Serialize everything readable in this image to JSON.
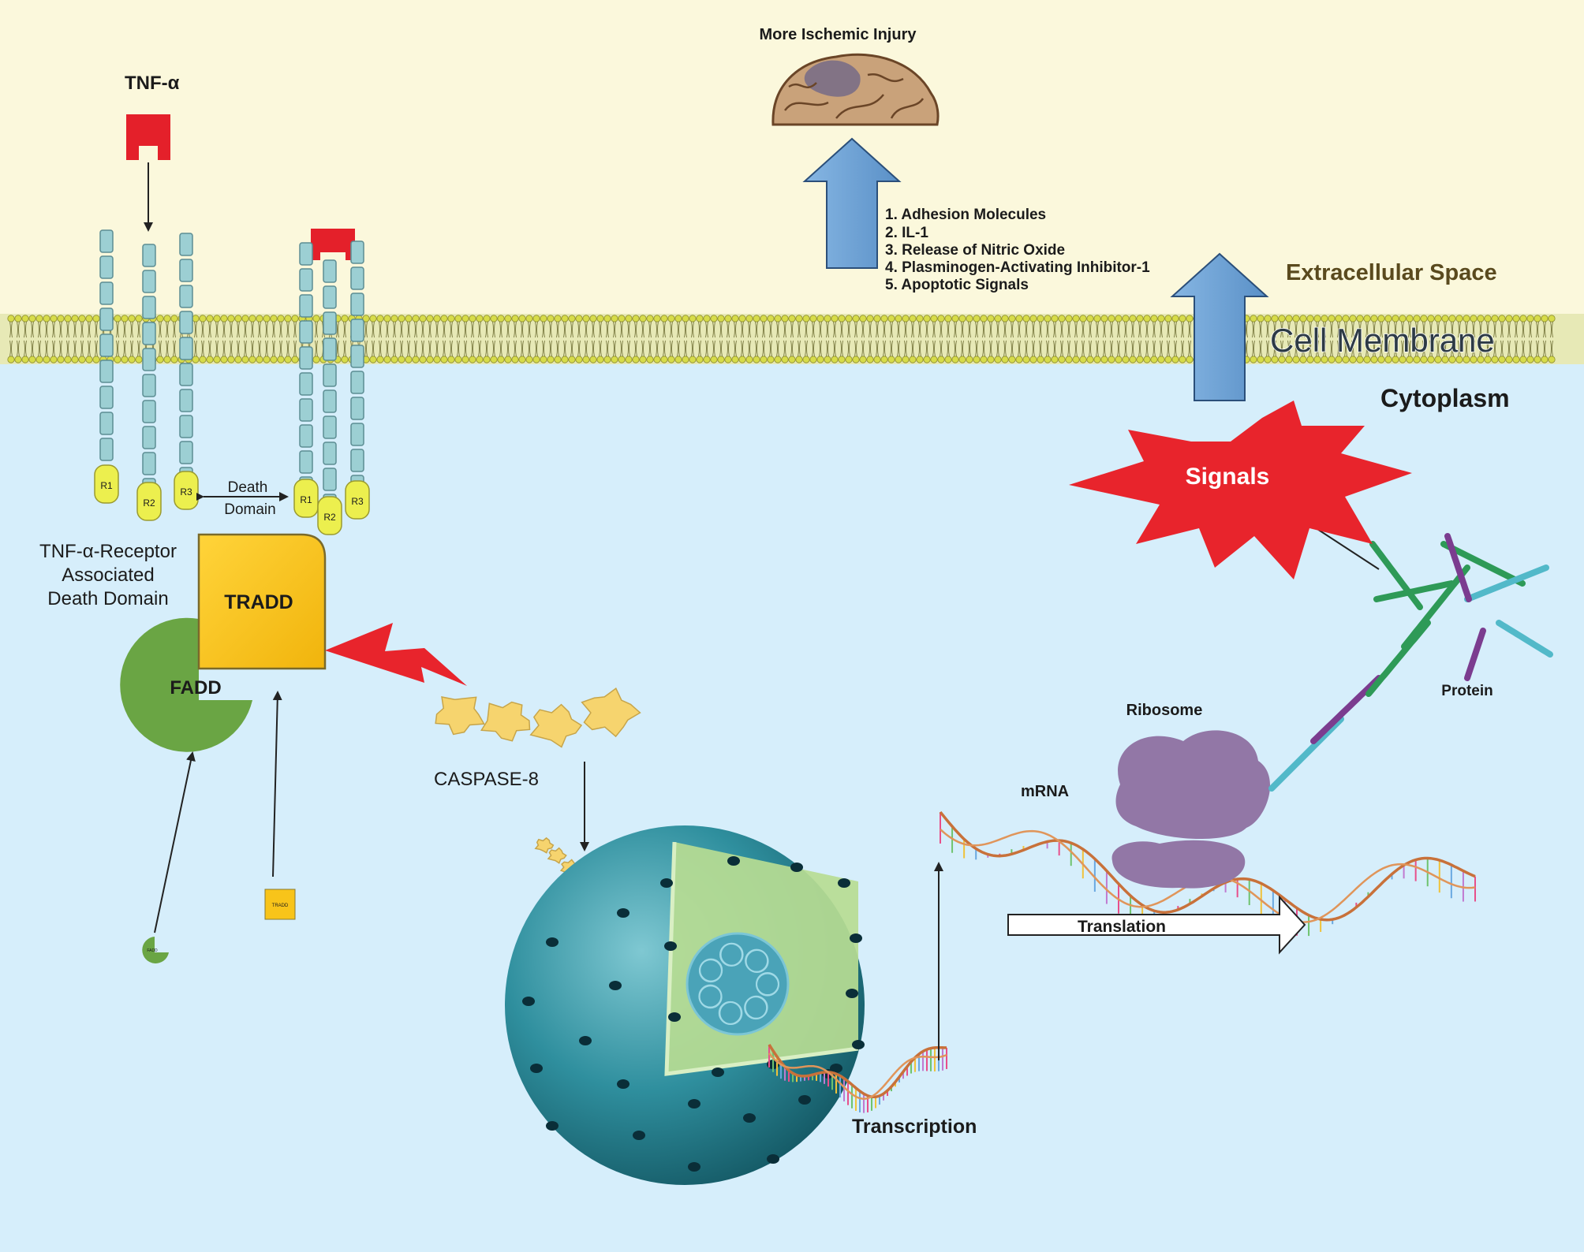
{
  "regions": {
    "extracellular": "Extracellular Space",
    "membrane": "Cell Membrane",
    "cytoplasm": "Cytoplasm"
  },
  "ligand": {
    "label": "TNF-α"
  },
  "receptor": {
    "r1": "R1",
    "r2": "R2",
    "r3": "R3",
    "death_domain_line1": "Death",
    "death_domain_line2": "Domain"
  },
  "tradd": {
    "caption_line1": "TNF-α-Receptor",
    "caption_line2": "Associated",
    "caption_line3": "Death Domain",
    "label": "TRADD",
    "small_label": "TRADD"
  },
  "fadd": {
    "label": "FADD",
    "small_label": "FADD"
  },
  "caspase": {
    "label": "CASPASE-8"
  },
  "outcome": {
    "label": "More Ischemic Injury",
    "effects": [
      "1. Adhesion Molecules",
      "2. IL-1",
      "3. Release of Nitric Oxide",
      "4. Plasminogen-Activating Inhibitor-1",
      "5. Apoptotic Signals"
    ]
  },
  "signals": {
    "label": "Signals"
  },
  "translation_machinery": {
    "ribosome": "Ribosome",
    "mrna": "mRNA",
    "protein": "Protein",
    "translation": "Translation",
    "transcription": "Transcription"
  },
  "colors": {
    "extracellular_bg": "#fbf8dc",
    "cytoplasm_bg": "#d6eefb",
    "tnf": "#e4202a",
    "tradd": "#f8c41a",
    "fadd": "#6aa544",
    "receptor_segment": "#9ccfd3",
    "death_domain": "#ecef4e",
    "signals": "#e8242c",
    "arrow_blue": "#6fa3d6",
    "caspase": "#f6d46e",
    "nucleus": "#2e8e9e",
    "ribosome": "#9277a6"
  }
}
